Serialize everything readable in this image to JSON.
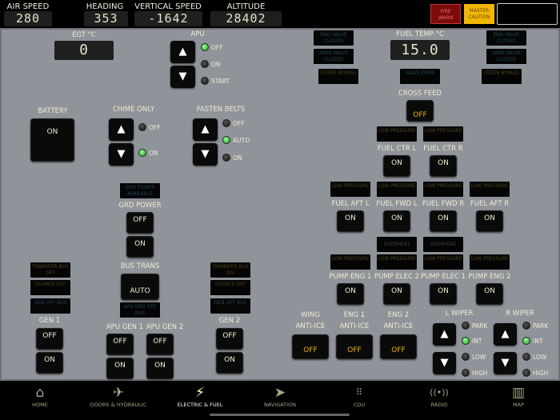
{
  "top": {
    "air_speed": {
      "label": "AIR SPEED",
      "value": "280"
    },
    "heading": {
      "label": "HEADING",
      "value": "353"
    },
    "vertical_speed": {
      "label": "VERTICAL SPEED",
      "value": "-1642"
    },
    "altitude": {
      "label": "ALTITUDE",
      "value": "28402"
    },
    "fire_warn": "FIRE WARN",
    "master_caution": "MASTER CAUTION",
    "colors": {
      "fire_warn": "#7a0c0c",
      "master_caution": "#f2b705"
    }
  },
  "egt": {
    "label": "EGT °C",
    "value": "0"
  },
  "apu": {
    "label": "APU",
    "positions": [
      "OFF",
      "ON",
      "START"
    ],
    "active": "OFF"
  },
  "battery": {
    "label": "BATTERY",
    "value": "ON"
  },
  "chime": {
    "label": "CHIME ONLY",
    "positions": [
      "OFF",
      "ON"
    ],
    "active": "ON"
  },
  "belts": {
    "label": "FASTEN BELTS",
    "positions": [
      "OFF",
      "AUTO",
      "ON"
    ],
    "active": "AUTO"
  },
  "grd_power": {
    "available": "GRD POWER AVAILABLE",
    "label": "GRD POWER",
    "off": "OFF",
    "on": "ON"
  },
  "bus_trans": {
    "label": "BUS TRANS",
    "value": "AUTO",
    "apu_gen_off_bus": "APU GEN OFF BUS"
  },
  "gen_annunciators": {
    "transfer": "TRANSFER BUS OFF",
    "source": "SOURCE OFF",
    "gen_off": "GEN OFF BUS"
  },
  "gen1": {
    "label": "GEN 1",
    "off": "OFF",
    "on": "ON"
  },
  "gen2": {
    "label": "GEN 2",
    "off": "OFF",
    "on": "ON"
  },
  "apu_gen1": {
    "label": "APU GEN 1",
    "off": "OFF",
    "on": "ON"
  },
  "apu_gen2": {
    "label": "APU GEN 2",
    "off": "OFF",
    "on": "ON"
  },
  "fuel": {
    "eng_valve": "ENG VALVE CLOSED",
    "spar_valve": "SPAR VALVE CLOSED",
    "filter_bypass": "FILTER BYPASS",
    "valve_open": "VALVE OPEN",
    "temp_label": "FUEL TEMP °C",
    "temp_value": "15.0",
    "cross_feed": {
      "label": "CROSS FEED",
      "value": "OFF"
    },
    "low_pressure": "LOW PRESSURE",
    "overheat": "OVERHEAT",
    "pumps_ctr": [
      {
        "label": "FUEL CTR L",
        "value": "ON"
      },
      {
        "label": "FUEL CTR R",
        "value": "ON"
      }
    ],
    "pumps_main": [
      {
        "label": "FUEL AFT L",
        "value": "ON"
      },
      {
        "label": "FUEL FWD L",
        "value": "ON"
      },
      {
        "label": "FUEL FWD R",
        "value": "ON"
      },
      {
        "label": "FUEL AFT R",
        "value": "ON"
      }
    ],
    "pumps_hyd": [
      {
        "label": "PUMP ENG 1",
        "value": "ON"
      },
      {
        "label": "PUMP ELEC 2",
        "value": "ON"
      },
      {
        "label": "PUMP ELEC 1",
        "value": "ON"
      },
      {
        "label": "PUMP ENG 2",
        "value": "ON"
      }
    ]
  },
  "anti_ice": [
    {
      "l1": "WING",
      "l2": "ANTI-ICE",
      "value": "OFF"
    },
    {
      "l1": "ENG 1",
      "l2": "ANTI-ICE",
      "value": "OFF"
    },
    {
      "l1": "ENG 2",
      "l2": "ANTI-ICE",
      "value": "OFF"
    }
  ],
  "wipers": [
    {
      "label": "L WIPER",
      "positions": [
        "PARK",
        "INT",
        "LOW",
        "HIGH"
      ],
      "active": "INT"
    },
    {
      "label": "R WIPER",
      "positions": [
        "PARK",
        "INT",
        "LOW",
        "HIGH"
      ],
      "active": "INT"
    }
  ],
  "nav": {
    "active": "ELECTRIC & FUEL",
    "items": [
      {
        "label": "HOME",
        "icon": "home-icon"
      },
      {
        "label": "DOORS & HYDRAULIC",
        "icon": "airplane-icon"
      },
      {
        "label": "ELECTRIC & FUEL",
        "icon": "lightning-icon"
      },
      {
        "label": "NAVIGATION",
        "icon": "navigation-arrow-icon"
      },
      {
        "label": "CDU",
        "icon": "keypad-icon"
      },
      {
        "label": "RADIO",
        "icon": "radio-waves-icon"
      },
      {
        "label": "MAP",
        "icon": "map-icon"
      }
    ]
  }
}
